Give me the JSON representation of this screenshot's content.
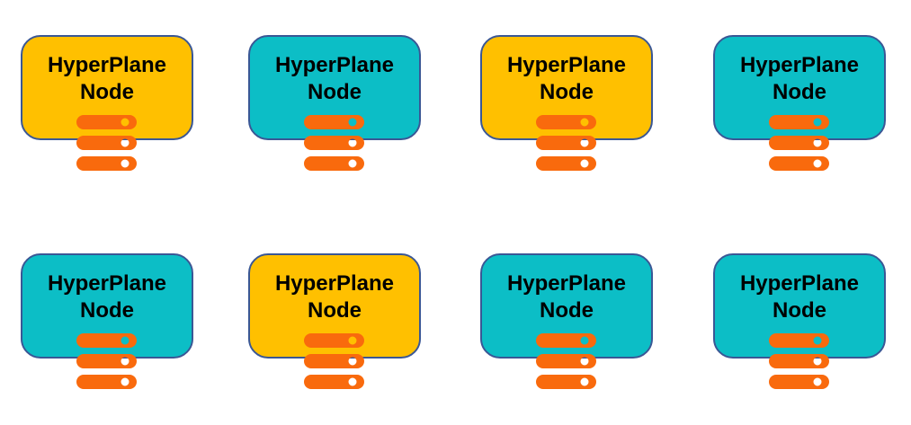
{
  "diagram": {
    "description": "Grid of eight HyperPlane Node shapes with server-stack icons",
    "grid": {
      "rows": 2,
      "columns": 4
    }
  },
  "palette": {
    "gold": "#FFC000",
    "teal": "#0CBEC6",
    "orange": "#F96A0D",
    "node_border": "#3A5795",
    "label_text": "#000000",
    "background": "#FFFFFF"
  },
  "node_label": {
    "line1": "HyperPlane",
    "line2": "Node"
  },
  "icon": {
    "name": "server-stack-icon",
    "bars": 3
  },
  "nodes": [
    {
      "row": 0,
      "col": 0,
      "color": "gold",
      "label": "HyperPlane Node"
    },
    {
      "row": 0,
      "col": 1,
      "color": "teal",
      "label": "HyperPlane Node"
    },
    {
      "row": 0,
      "col": 2,
      "color": "gold",
      "label": "HyperPlane Node"
    },
    {
      "row": 0,
      "col": 3,
      "color": "teal",
      "label": "HyperPlane Node"
    },
    {
      "row": 1,
      "col": 0,
      "color": "teal",
      "label": "HyperPlane Node"
    },
    {
      "row": 1,
      "col": 1,
      "color": "gold",
      "label": "HyperPlane Node"
    },
    {
      "row": 1,
      "col": 2,
      "color": "teal",
      "label": "HyperPlane Node"
    },
    {
      "row": 1,
      "col": 3,
      "color": "teal",
      "label": "HyperPlane Node"
    }
  ]
}
